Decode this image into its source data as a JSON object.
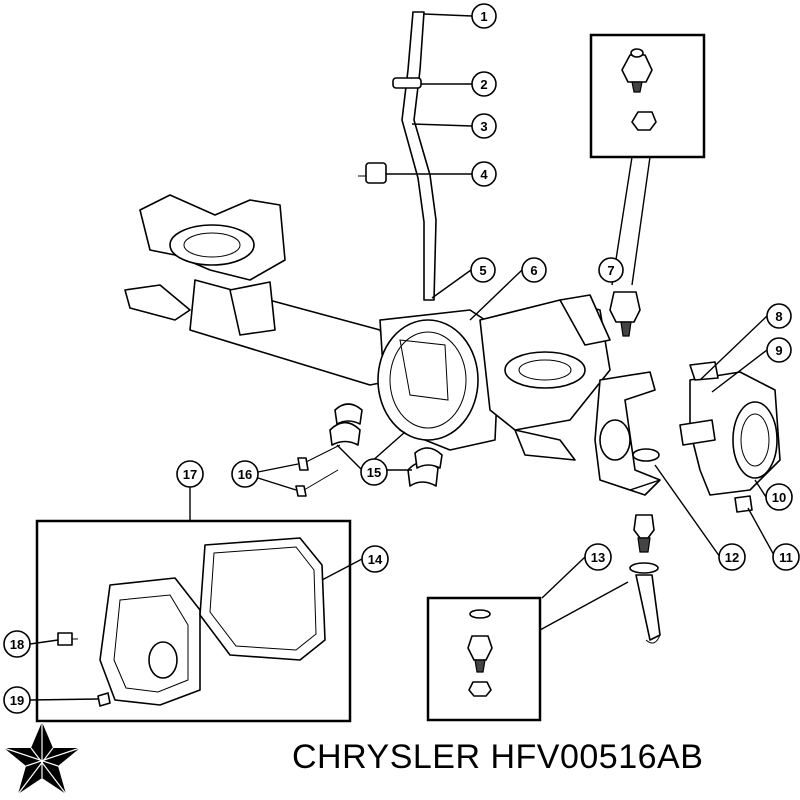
{
  "brand": {
    "text": "CHRYSLER HFV00516AB",
    "logo_icon": "pentastar-logo"
  },
  "callouts": [
    {
      "number": "1"
    },
    {
      "number": "2"
    },
    {
      "number": "3"
    },
    {
      "number": "4"
    },
    {
      "number": "5"
    },
    {
      "number": "6"
    },
    {
      "number": "7"
    },
    {
      "number": "8"
    },
    {
      "number": "9"
    },
    {
      "number": "10"
    },
    {
      "number": "11"
    },
    {
      "number": "12"
    },
    {
      "number": "13"
    },
    {
      "number": "14"
    },
    {
      "number": "15"
    },
    {
      "number": "16"
    },
    {
      "number": "17"
    },
    {
      "number": "18"
    },
    {
      "number": "19"
    }
  ]
}
